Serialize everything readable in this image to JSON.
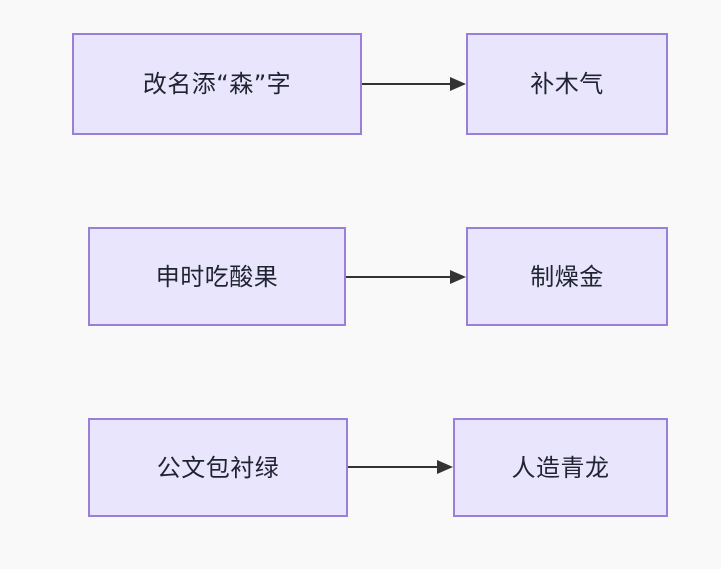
{
  "diagram": {
    "type": "flowchart",
    "direction": "left-to-right",
    "background_color": "#f9f9f9",
    "node_fill_color": "#e8e5fc",
    "node_border_color": "#9a7fd8",
    "edge_color": "#333333",
    "text_color": "#1f2430",
    "rows": [
      {
        "id": "row-1",
        "source": {
          "id": "r1-src",
          "label": "改名添“森”字"
        },
        "target": {
          "id": "r1-dst",
          "label": "补木气"
        },
        "edge": {
          "id": "edge-1",
          "label": "",
          "arrowhead": "solid-triangle"
        }
      },
      {
        "id": "row-2",
        "source": {
          "id": "r2-src",
          "label": "申时吃酸果"
        },
        "target": {
          "id": "r2-dst",
          "label": "制燥金"
        },
        "edge": {
          "id": "edge-2",
          "label": "",
          "arrowhead": "solid-triangle"
        }
      },
      {
        "id": "row-3",
        "source": {
          "id": "r3-src",
          "label": "公文包衬绿"
        },
        "target": {
          "id": "r3-dst",
          "label": "人造青龙"
        },
        "edge": {
          "id": "edge-3",
          "label": "",
          "arrowhead": "solid-triangle"
        }
      }
    ]
  }
}
